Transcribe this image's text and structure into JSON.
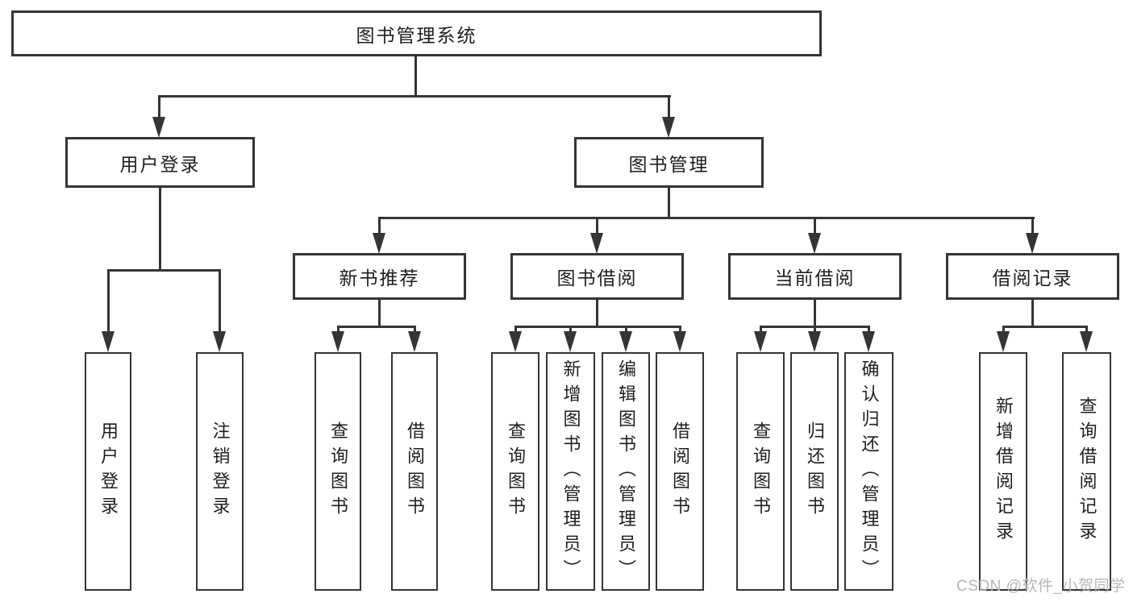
{
  "diagram": {
    "root": {
      "label": "图书管理系统"
    },
    "level2": [
      {
        "label": "用户登录"
      },
      {
        "label": "图书管理"
      }
    ],
    "level3": [
      {
        "label": "新书推荐"
      },
      {
        "label": "图书借阅"
      },
      {
        "label": "当前借阅"
      },
      {
        "label": "借阅记录"
      }
    ],
    "leaves_login": [
      {
        "label": "用户登录"
      },
      {
        "label": "注销登录"
      }
    ],
    "leaves_recommend": [
      {
        "label": "查询图书"
      },
      {
        "label": "借阅图书"
      }
    ],
    "leaves_borrow": [
      {
        "label": "查询图书"
      },
      {
        "label": "新增图书（管理员）"
      },
      {
        "label": "编辑图书（管理员）"
      },
      {
        "label": "借阅图书"
      }
    ],
    "leaves_current": [
      {
        "label": "查询图书"
      },
      {
        "label": "归还图书"
      },
      {
        "label": "确认归还（管理员）"
      }
    ],
    "leaves_records": [
      {
        "label": "新增借阅记录"
      },
      {
        "label": "查询借阅记录"
      }
    ]
  },
  "watermark": {
    "text": "CSDN @软件_小贺同学"
  },
  "colors": {
    "line": "#353535",
    "text": "#1f1f1f",
    "watermark": "#b3b6bb",
    "background": "#ffffff"
  }
}
